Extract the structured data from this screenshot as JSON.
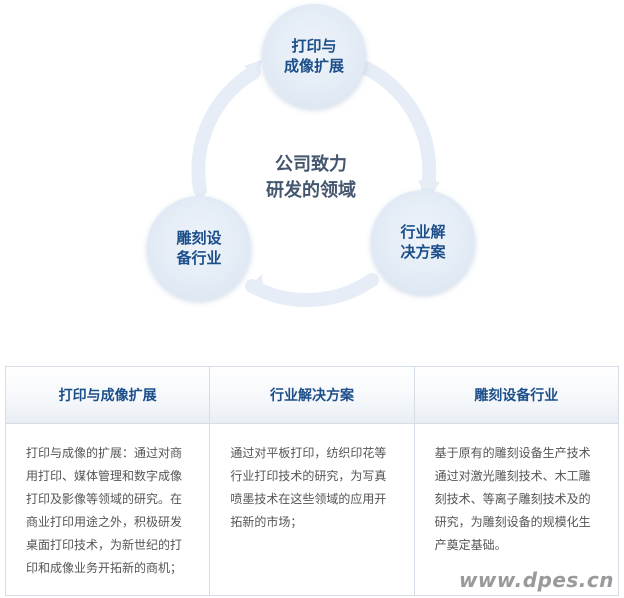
{
  "diagram": {
    "center": "公司致力\n研发的领域",
    "nodes": {
      "top": "打印与\n成像扩展",
      "right": "行业解\n决方案",
      "left": "雕刻设\n备行业"
    }
  },
  "table": {
    "columns": [
      {
        "header": "打印与成像扩展",
        "body": "打印与成像的扩展：通过对商用打印、媒体管理和数字成像打印及影像等领域的研究。在商业打印用途之外，积极研发桌面打印技术，为新世纪的打印和成像业务开拓新的商机；"
      },
      {
        "header": "行业解决方案",
        "body": "通过对平板打印，纺织印花等行业打印技术的研究，为写真喷墨技术在这些领域的应用开拓新的市场；"
      },
      {
        "header": "雕刻设备行业",
        "body": "基于原有的雕刻设备生产技术通过对激光雕刻技术、木工雕刻技术、等离子雕刻技术及的研究，为雕刻设备的规模化生产奠定基础。"
      }
    ]
  },
  "watermark": "www.dpes.cn",
  "colors": {
    "node_text": "#1c4f8a",
    "center_text": "#45576e",
    "ring": "#e6edf6",
    "border": "#d5dde6"
  }
}
